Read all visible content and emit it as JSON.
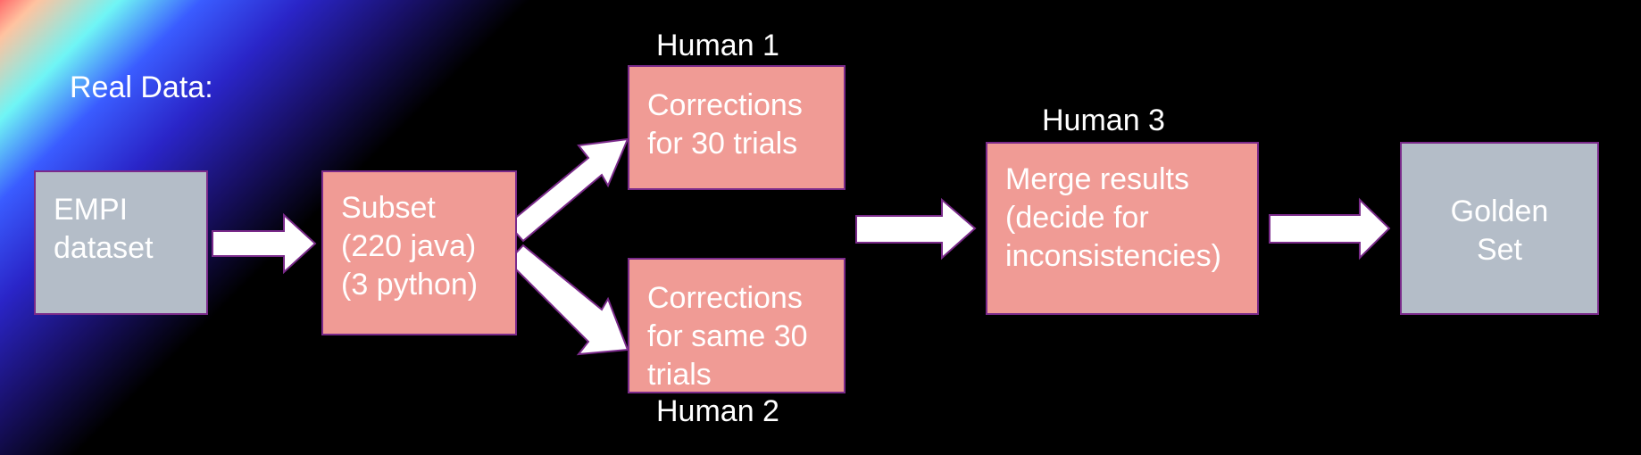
{
  "diagram": {
    "heading": "Real Data:",
    "nodes": {
      "empi": {
        "text": "EMPI\ndataset"
      },
      "subset": {
        "text": "Subset\n(220 java)\n(3 python)"
      },
      "corrections1": {
        "text": "Corrections\nfor 30 trials"
      },
      "corrections2": {
        "text": "Corrections\nfor same 30\ntrials"
      },
      "merge": {
        "text": "Merge results\n(decide for\ninconsistencies)"
      },
      "golden": {
        "text": "Golden\nSet"
      }
    },
    "labels": {
      "human1": "Human 1",
      "human2": "Human 2",
      "human3": "Human 3"
    },
    "colors": {
      "gray_box": "#b4bdc8",
      "pink_box": "#f09b95",
      "box_border": "#7a2a8a",
      "arrow_fill": "#ffffff",
      "background": "#000000"
    }
  }
}
